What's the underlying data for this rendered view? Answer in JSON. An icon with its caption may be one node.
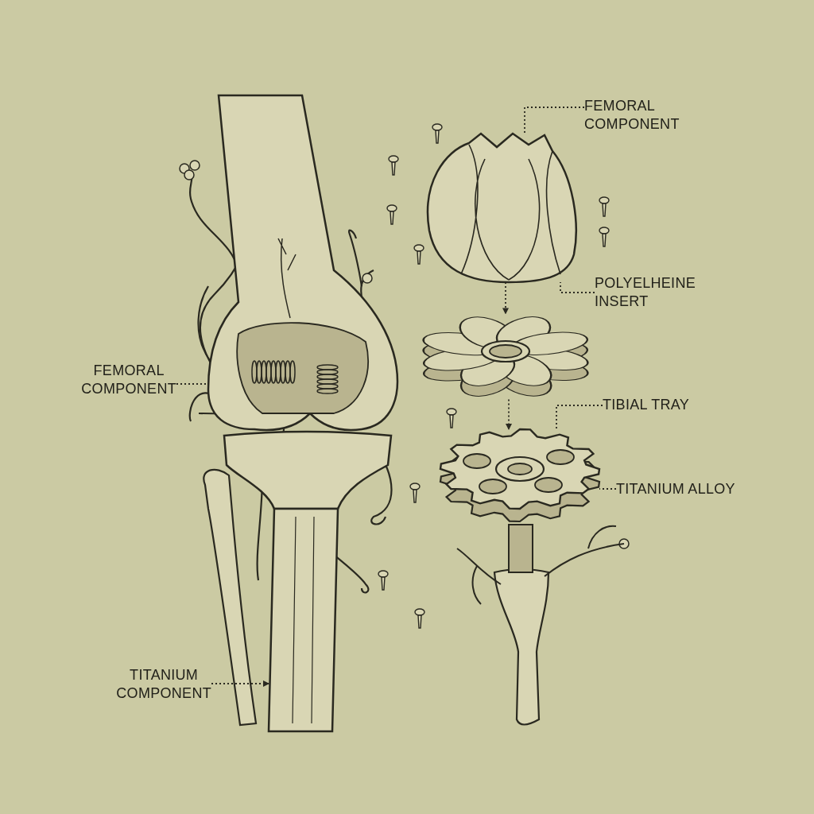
{
  "diagram": {
    "nodes": [
      {
        "text": [
          "FEMORAL COMPONENT"
        ]
      },
      {
        "text": [],
        "shape": "picture"
      },
      {
        "text": [
          "POLYELHEINE INSERT"
        ]
      },
      {
        "text": [],
        "shape": "picture"
      },
      {
        "text": [
          "TIBIAL TRAY"
        ]
      },
      {
        "text": [],
        "shape": "picture"
      },
      {
        "text": [
          "TITANIUM ALLOY"
        ]
      },
      {
        "text": [
          "FEMORAL COMPONENT"
        ]
      },
      {
        "text": [],
        "shape": "picture"
      },
      {
        "text": [
          "TITANIUM COMPONENT"
        ]
      },
      {
        "text": [],
        "shape": "picture"
      }
    ],
    "edges": [
      {
        "from": 0,
        "to": 1,
        "arrow": "none"
      },
      {
        "from": 2,
        "to": 1,
        "arrow": "none"
      },
      {
        "from": 1,
        "to": 3,
        "arrow": "to"
      },
      {
        "from": 3,
        "to": 5,
        "arrow": "to"
      },
      {
        "from": 4,
        "to": 5,
        "arrow": "none"
      },
      {
        "from": 6,
        "to": 5,
        "arrow": "none"
      },
      {
        "from": 7,
        "to": 8,
        "arrow": "none"
      },
      {
        "from": 9,
        "to": 10,
        "arrow": "to"
      }
    ]
  }
}
